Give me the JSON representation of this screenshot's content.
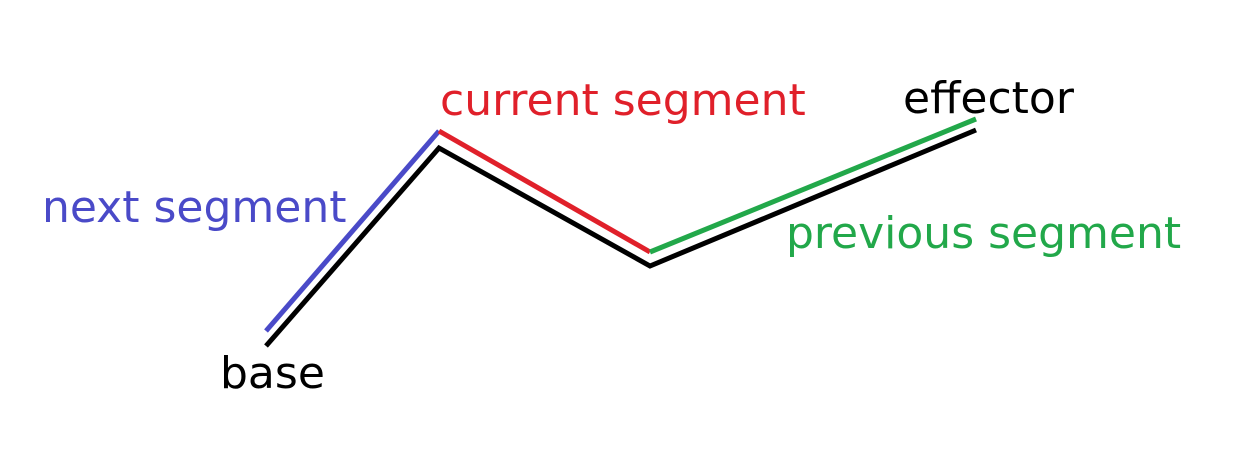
{
  "labels": {
    "base": "base",
    "next_segment": "next segment",
    "current_segment": "current segment",
    "previous_segment": "previous segment",
    "effector": "effector"
  },
  "colors": {
    "background": "#ffffff",
    "text": "#000000",
    "chain": "#000000",
    "next_segment": "#4a4ac8",
    "current_segment": "#e0202a",
    "previous_segment": "#22a84a"
  }
}
